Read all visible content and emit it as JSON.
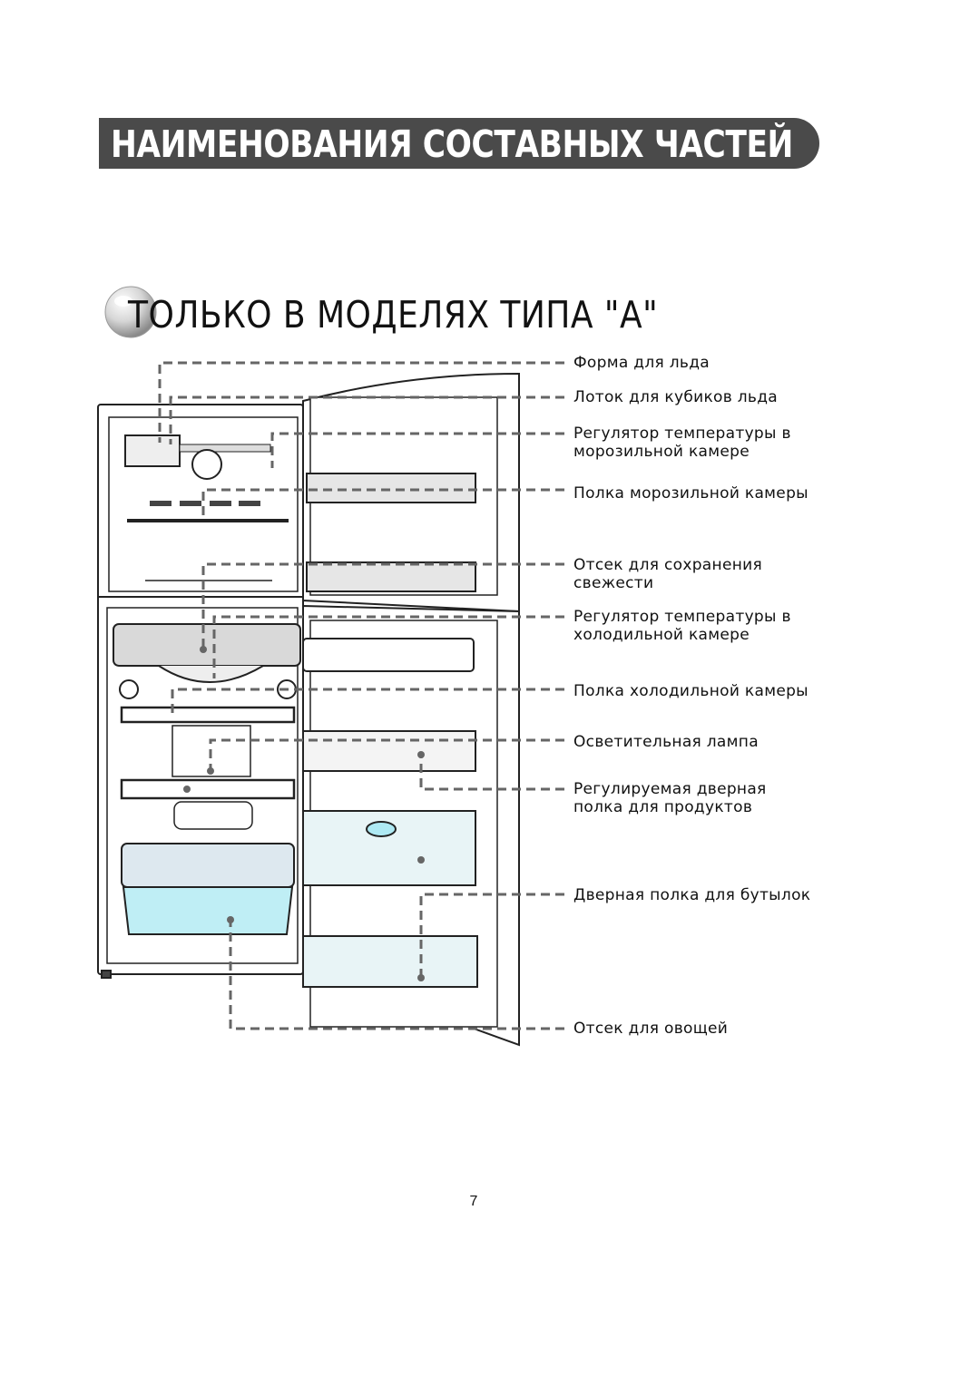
{
  "header": {
    "title": "НАИМЕНОВАНИЯ СОСТАВНЫХ ЧАСТЕЙ"
  },
  "section": {
    "title": "ТОЛЬКО В МОДЕЛЯХ ТИПА \"А\""
  },
  "parts": [
    "Форма для льда",
    "Лоток для кубиков льда",
    "Регулятор температуры в\nморозильной камере",
    "Полка морозильной камеры",
    "Отсек для сохранения\nсвежести",
    "Регулятор температуры в\nхолодильной камере",
    "Полка холодильной камеры",
    "Осветительная лампа",
    "Регулируемая дверная\nполка для продуктов",
    "Дверная полка для бутылок",
    "Отсек для овощей"
  ],
  "page_number": "7"
}
